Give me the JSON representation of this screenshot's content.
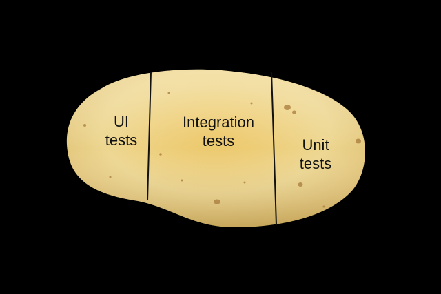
{
  "sections": [
    {
      "id": "ui",
      "line1": "UI",
      "line2": "tests"
    },
    {
      "id": "integration",
      "line1": "Integration",
      "line2": "tests"
    },
    {
      "id": "unit",
      "line1": "Unit",
      "line2": "tests"
    }
  ],
  "colors": {
    "background": "#000000",
    "potato_light": "#f7e6a6",
    "potato_mid": "#ecce78",
    "potato_dark": "#c9a24a",
    "divider": "#111111",
    "text": "#111111"
  }
}
